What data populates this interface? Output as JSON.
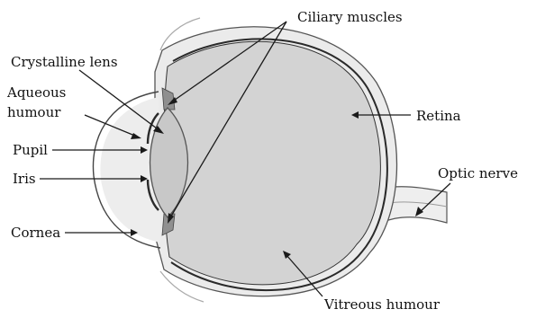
{
  "diagram": {
    "labels": {
      "ciliary_muscles": "Ciliary muscles",
      "crystalline_lens": "Crystalline lens",
      "aqueous_humour_line1": "Aqueous",
      "aqueous_humour_line2": "humour",
      "pupil": "Pupil",
      "iris": "Iris",
      "cornea": "Cornea",
      "retina": "Retina",
      "optic_nerve": "Optic nerve",
      "vitreous_humour": "Vitreous humour"
    },
    "colors": {
      "vitreous_fill": "#d3d3d3",
      "wall_light": "#ebebeb",
      "wall_outline": "#555555",
      "retina_line": "#2a2a2a",
      "lens_fill": "#c8c8c8"
    }
  }
}
